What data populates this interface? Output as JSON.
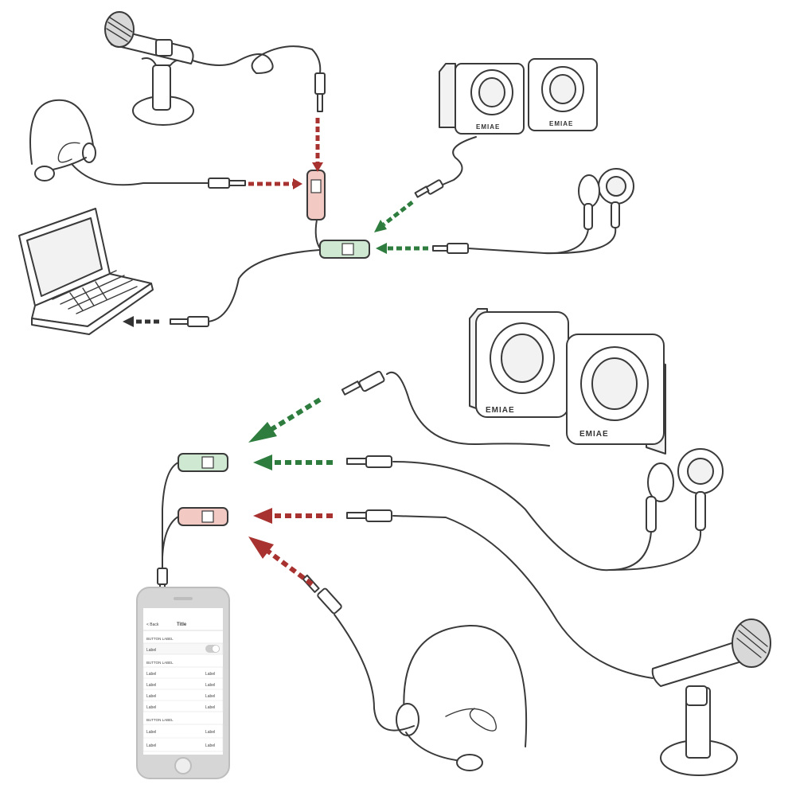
{
  "colors": {
    "mic_input": "#a83230",
    "audio_output": "#2e7d3f",
    "output_to_device": "#333333",
    "splitter_red": "#f3c9c4",
    "splitter_green": "#cfe8d2",
    "phone_body": "#d6d6d6",
    "phone_screen": "#ffffff"
  },
  "brand": {
    "speaker_label": "EMIAE"
  },
  "phone_screen": {
    "header": "Title",
    "back": "< Back",
    "section_labels": [
      "BUTTON LABEL",
      "BUTTON LABEL",
      "BUTTON LABEL"
    ],
    "row_label": "Label",
    "row_value": "Label"
  },
  "icons": [
    "microphone-icon",
    "headset-icon",
    "laptop-icon",
    "speakers-icon",
    "earphones-icon",
    "smartphone-icon",
    "audio-splitter-icon"
  ]
}
